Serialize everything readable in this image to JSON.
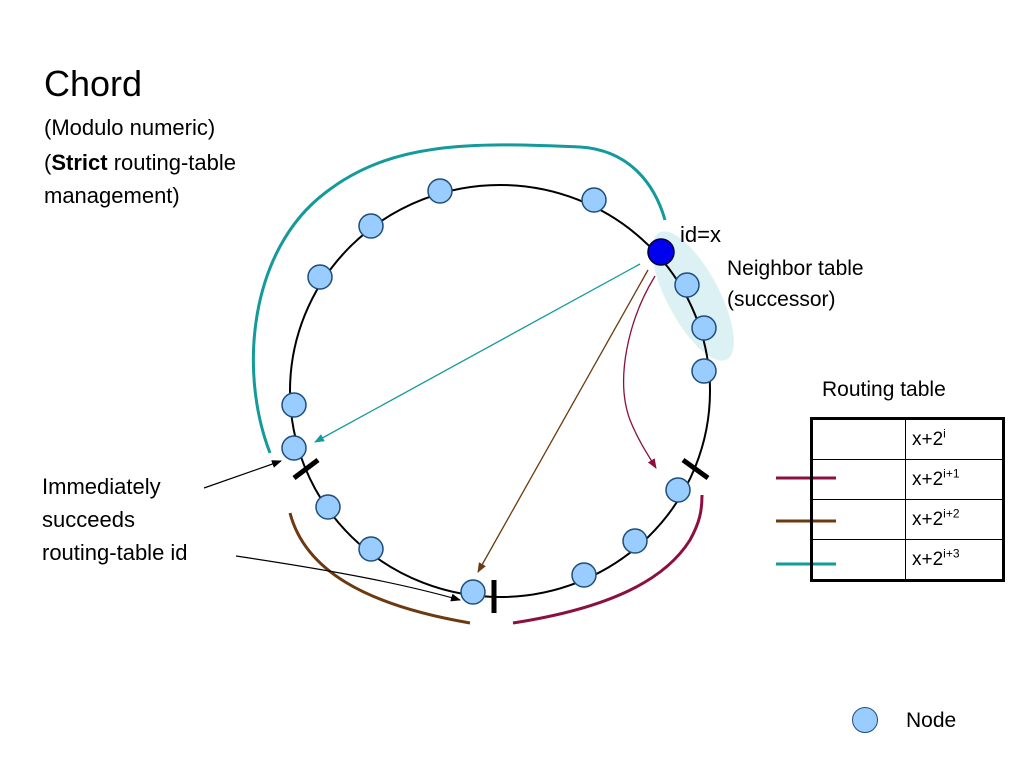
{
  "title": "Chord",
  "subtitle_1": "(Modulo numeric)",
  "subtitle_2_open": "(",
  "subtitle_2_bold": "Strict",
  "subtitle_2_rest": " routing-table",
  "subtitle_3": "management)",
  "node_x_label": "id=x",
  "neighbor_label_1": "Neighbor table",
  "neighbor_label_2": "(successor)",
  "routing_table_label": "Routing table",
  "immediately_label_1": "Immediately",
  "immediately_label_2": "succeeds",
  "immediately_label_3": "routing-table id",
  "legend_label": "Node",
  "routing_table": [
    {
      "base": "x+2",
      "exp": "i"
    },
    {
      "base": "x+2",
      "exp": "i+1"
    },
    {
      "base": "x+2",
      "exp": "i+2"
    },
    {
      "base": "x+2",
      "exp": "i+3"
    }
  ],
  "colors": {
    "teal": "#149a9a",
    "brown": "#6b3a10",
    "maroon": "#8b1040",
    "node_fill": "#99ccff",
    "node_stroke": "#1f4e79",
    "highlight_node": "#0000ee",
    "highlight_halo": "#d6eef2"
  }
}
